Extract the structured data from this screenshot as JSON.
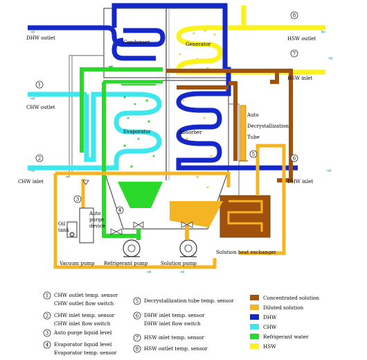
{
  "labels": {
    "dhw_outlet": "DHW outlet",
    "hsw_outlet": "HSW outlet",
    "hsw_inlet": "HSW inlet",
    "chw_outlet": "CHW outlet",
    "chw_inlet": "CHW inlet",
    "dhw_inlet": "DHW inlet",
    "condenser": "Condenser",
    "generator": "Generator",
    "evaporator": "Evaporator",
    "absorber": "Absorber",
    "auto_decryst_1": "Auto",
    "auto_decryst_2": "Decrystallization",
    "auto_decryst_3": "Tube",
    "auto_purge_1": "Auto",
    "auto_purge_2": "purge",
    "auto_purge_3": "device",
    "oil_1": "Oil",
    "oil_2": "tank",
    "vacuum_pump": "Vacuum pump",
    "refrigerant_pump": "Refrigerant pump",
    "solution_pump": "Solution pump",
    "solution_hx": "Solution heat exchanger"
  },
  "markers": {
    "m1": "1",
    "m2": "2",
    "m3": "3",
    "m4": "4",
    "m5": "5",
    "m6": "6",
    "m7": "7",
    "m8": "8"
  },
  "legend_left": [
    {
      "num": "1",
      "line1": "CHW outlet temp. sensor",
      "line2": "CHW outlet flow switch"
    },
    {
      "num": "2",
      "line1": "CHW inlet temp. sensor",
      "line2": "CHW inlet flow switch"
    },
    {
      "num": "3",
      "line1": "Auto purge liquid level",
      "line2": ""
    },
    {
      "num": "4",
      "line1": "Evaporator liquid level",
      "line2": "Evaporator temp. sensor"
    }
  ],
  "legend_mid": [
    {
      "num": "5",
      "line1": "Decrystallization tube temp. sensor",
      "line2": ""
    },
    {
      "num": "6",
      "line1": "DHW inlet temp. sensor",
      "line2": "DHW inlet flow switch"
    },
    {
      "num": "7",
      "line1": "HSW inlet temp. sensor",
      "line2": ""
    },
    {
      "num": "8",
      "line1": "HSW outlet temp. sensor",
      "line2": ""
    }
  ],
  "legend_colors": [
    {
      "label": "Concentrated solution",
      "color": "#a0520c"
    },
    {
      "label": "Diluted solution",
      "color": "#f5b423"
    },
    {
      "label": "DHW",
      "color": "#1427c8"
    },
    {
      "label": "CHW",
      "color": "#3ee6ee"
    },
    {
      "label": "Refrigerant water",
      "color": "#2bd92b"
    },
    {
      "label": "HSW",
      "color": "#fbf21b"
    }
  ],
  "colors": {
    "concentrated": "#a0520c",
    "diluted": "#f5b423",
    "dhw": "#1427c8",
    "chw": "#3ee6ee",
    "refrigerant": "#2bd92b",
    "hsw": "#fbf21b"
  }
}
